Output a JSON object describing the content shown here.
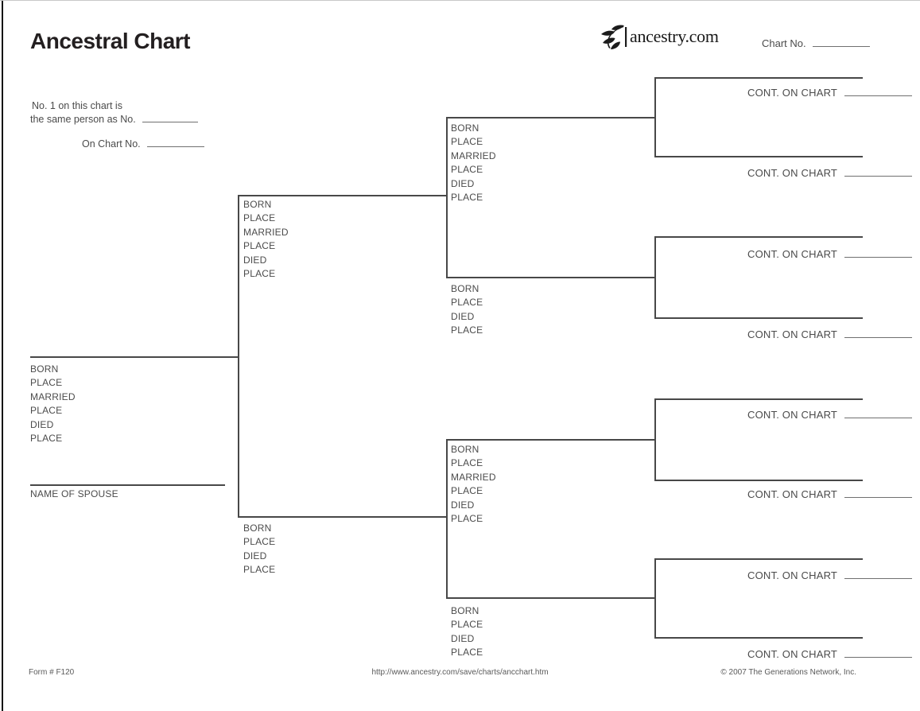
{
  "header": {
    "title": "Ancestral Chart",
    "logo_text": "ancestry.com",
    "chart_no_label": "Chart No."
  },
  "identity": {
    "line1": "No. 1 on this chart is",
    "line2_label": "the same person as No.",
    "line3_label": "On Chart No."
  },
  "tree": {
    "cont_label": "CONT. ON CHART",
    "spouse_label": "NAME OF SPOUSE",
    "full_fields": [
      "BORN",
      "PLACE",
      "MARRIED",
      "PLACE",
      "DIED",
      "PLACE"
    ],
    "short_fields": [
      "BORN",
      "PLACE",
      "DIED",
      "PLACE"
    ]
  },
  "footer": {
    "form_number": "Form # F120",
    "url": "http://www.ancestry.com/save/charts/ancchart.htm",
    "copyright": "© 2007 The Generations Network, Inc."
  }
}
